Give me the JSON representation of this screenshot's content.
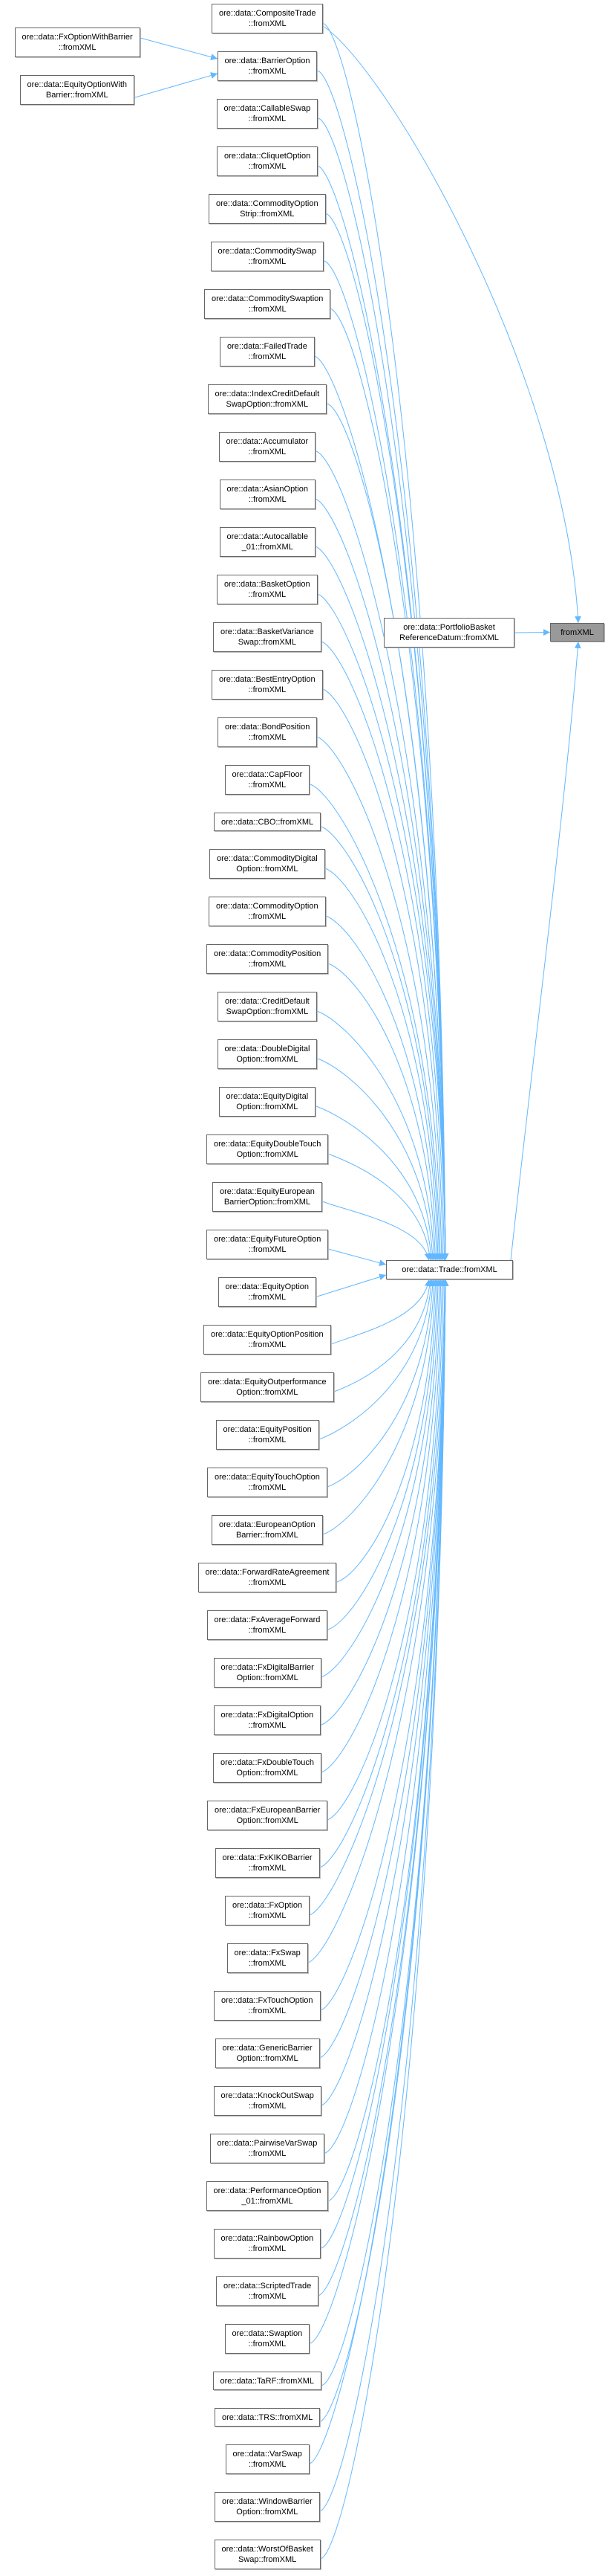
{
  "colors": {
    "edge": "#63b8ff",
    "border": "#666666",
    "focus_fill": "#999999"
  },
  "focus": {
    "label": "fromXML"
  },
  "direct_callers": {
    "portfolio_basket": [
      "ore::data::PortfolioBasket",
      "ReferenceDatum::fromXML"
    ],
    "trade": [
      "ore::data::Trade::fromXML"
    ]
  },
  "barrier_callers": [
    [
      "ore::data::FxOptionWithBarrier",
      "::fromXML"
    ],
    [
      "ore::data::EquityOptionWith",
      "Barrier::fromXML"
    ]
  ],
  "trade_callers": [
    [
      "ore::data::CompositeTrade",
      "::fromXML"
    ],
    [
      "ore::data::BarrierOption",
      "::fromXML"
    ],
    [
      "ore::data::CallableSwap",
      "::fromXML"
    ],
    [
      "ore::data::CliquetOption",
      "::fromXML"
    ],
    [
      "ore::data::CommodityOption",
      "Strip::fromXML"
    ],
    [
      "ore::data::CommoditySwap",
      "::fromXML"
    ],
    [
      "ore::data::CommoditySwaption",
      "::fromXML"
    ],
    [
      "ore::data::FailedTrade",
      "::fromXML"
    ],
    [
      "ore::data::IndexCreditDefault",
      "SwapOption::fromXML"
    ],
    [
      "ore::data::Accumulator",
      "::fromXML"
    ],
    [
      "ore::data::AsianOption",
      "::fromXML"
    ],
    [
      "ore::data::Autocallable",
      "_01::fromXML"
    ],
    [
      "ore::data::BasketOption",
      "::fromXML"
    ],
    [
      "ore::data::BasketVariance",
      "Swap::fromXML"
    ],
    [
      "ore::data::BestEntryOption",
      "::fromXML"
    ],
    [
      "ore::data::BondPosition",
      "::fromXML"
    ],
    [
      "ore::data::CapFloor",
      "::fromXML"
    ],
    [
      "ore::data::CBO::fromXML"
    ],
    [
      "ore::data::CommodityDigital",
      "Option::fromXML"
    ],
    [
      "ore::data::CommodityOption",
      "::fromXML"
    ],
    [
      "ore::data::CommodityPosition",
      "::fromXML"
    ],
    [
      "ore::data::CreditDefault",
      "SwapOption::fromXML"
    ],
    [
      "ore::data::DoubleDigital",
      "Option::fromXML"
    ],
    [
      "ore::data::EquityDigital",
      "Option::fromXML"
    ],
    [
      "ore::data::EquityDoubleTouch",
      "Option::fromXML"
    ],
    [
      "ore::data::EquityEuropean",
      "BarrierOption::fromXML"
    ],
    [
      "ore::data::EquityFutureOption",
      "::fromXML"
    ],
    [
      "ore::data::EquityOption",
      "::fromXML"
    ],
    [
      "ore::data::EquityOptionPosition",
      "::fromXML"
    ],
    [
      "ore::data::EquityOutperformance",
      "Option::fromXML"
    ],
    [
      "ore::data::EquityPosition",
      "::fromXML"
    ],
    [
      "ore::data::EquityTouchOption",
      "::fromXML"
    ],
    [
      "ore::data::EuropeanOption",
      "Barrier::fromXML"
    ],
    [
      "ore::data::ForwardRateAgreement",
      "::fromXML"
    ],
    [
      "ore::data::FxAverageForward",
      "::fromXML"
    ],
    [
      "ore::data::FxDigitalBarrier",
      "Option::fromXML"
    ],
    [
      "ore::data::FxDigitalOption",
      "::fromXML"
    ],
    [
      "ore::data::FxDoubleTouch",
      "Option::fromXML"
    ],
    [
      "ore::data::FxEuropeanBarrier",
      "Option::fromXML"
    ],
    [
      "ore::data::FxKIKOBarrier",
      "::fromXML"
    ],
    [
      "ore::data::FxOption",
      "::fromXML"
    ],
    [
      "ore::data::FxSwap",
      "::fromXML"
    ],
    [
      "ore::data::FxTouchOption",
      "::fromXML"
    ],
    [
      "ore::data::GenericBarrier",
      "Option::fromXML"
    ],
    [
      "ore::data::KnockOutSwap",
      "::fromXML"
    ],
    [
      "ore::data::PairwiseVarSwap",
      "::fromXML"
    ],
    [
      "ore::data::PerformanceOption",
      "_01::fromXML"
    ],
    [
      "ore::data::RainbowOption",
      "::fromXML"
    ],
    [
      "ore::data::ScriptedTrade",
      "::fromXML"
    ],
    [
      "ore::data::Swaption",
      "::fromXML"
    ],
    [
      "ore::data::TaRF::fromXML"
    ],
    [
      "ore::data::TRS::fromXML"
    ],
    [
      "ore::data::VarSwap",
      "::fromXML"
    ],
    [
      "ore::data::WindowBarrier",
      "Option::fromXML"
    ],
    [
      "ore::data::WorstOfBasket",
      "Swap::fromXML"
    ]
  ]
}
